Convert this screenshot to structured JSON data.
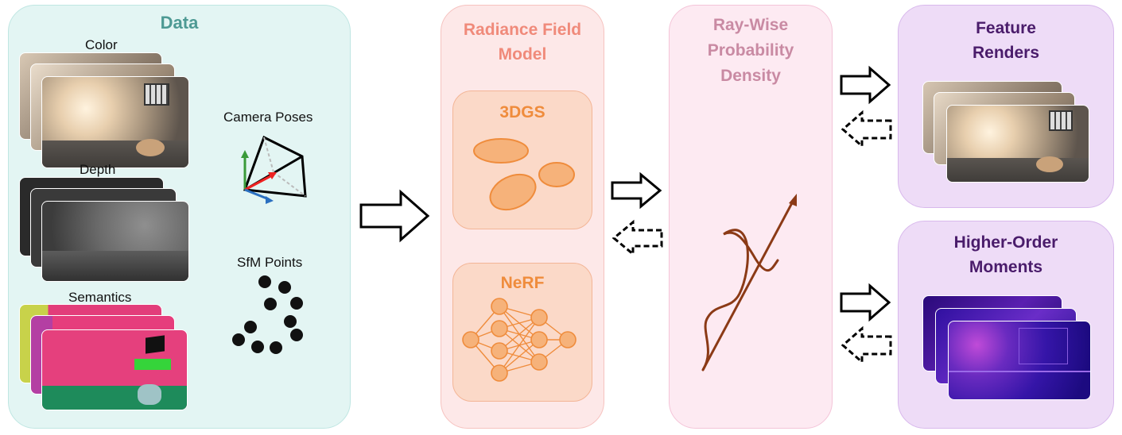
{
  "data_panel": {
    "title": "Data",
    "labels": {
      "color": "Color",
      "depth": "Depth",
      "semantics": "Semantics",
      "camera_poses": "Camera Poses",
      "sfm_points": "SfM Points"
    }
  },
  "model_panel": {
    "title_line1": "Radiance Field",
    "title_line2": "Model",
    "gs_title": "3DGS",
    "nerf_title": "NeRF"
  },
  "density_panel": {
    "line1": "Ray-Wise",
    "line2": "Probability",
    "line3": "Density"
  },
  "renders_panel": {
    "line1": "Feature",
    "line2": "Renders"
  },
  "moments_panel": {
    "line1": "Higher-Order",
    "line2": "Moments"
  },
  "colors": {
    "data_bg": "#e3f5f3",
    "data_title": "#4e9a94",
    "model_bg": "#fde8e8",
    "model_title": "#f08a7a",
    "inner_bg": "#fbd9c8",
    "orange": "#ef8c3c",
    "density_bg": "#fdeaf2",
    "density_title": "#c98aa3",
    "purple_bg": "#eedcf7",
    "purple_title": "#4a1c6b",
    "ray": "#8b3a16"
  }
}
